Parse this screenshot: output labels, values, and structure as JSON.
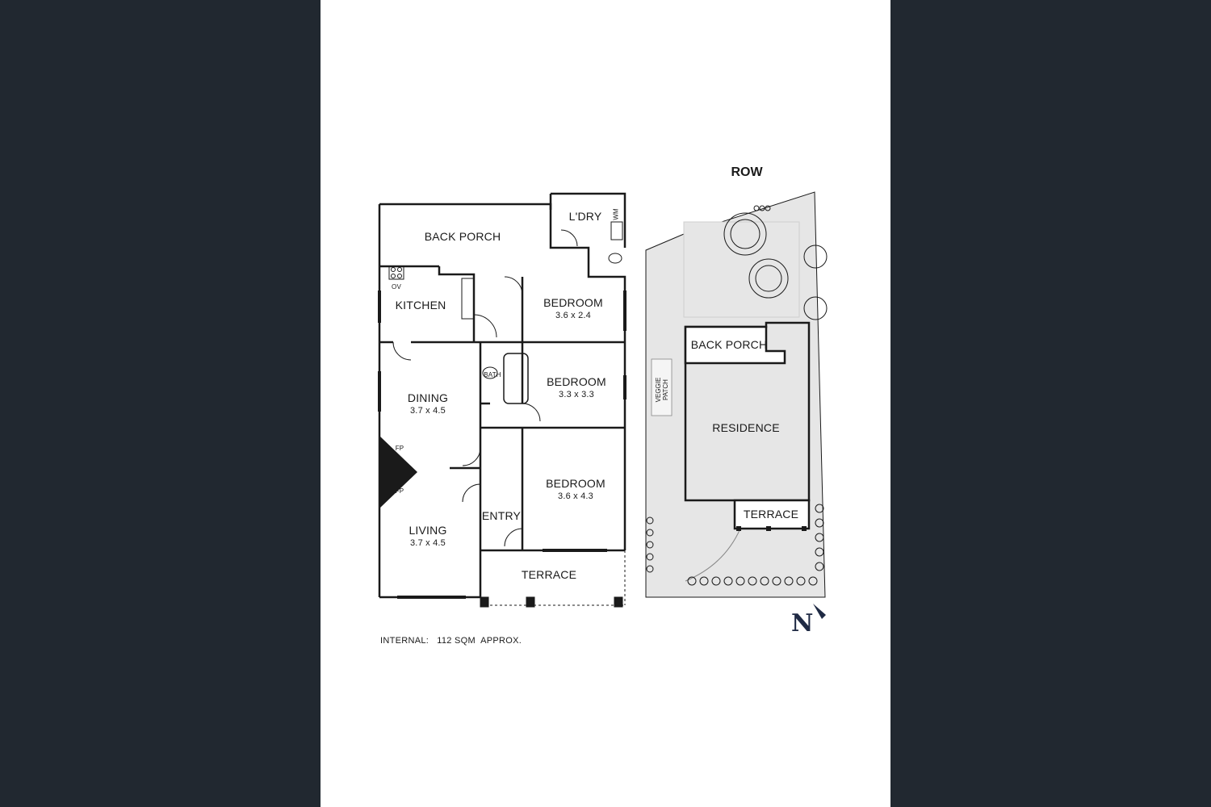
{
  "floor_plan": {
    "rooms": [
      {
        "id": "back-porch",
        "name": "BACK PORCH",
        "dims": ""
      },
      {
        "id": "laundry",
        "name": "L'DRY",
        "dims": ""
      },
      {
        "id": "kitchen",
        "name": "KITCHEN",
        "dims": ""
      },
      {
        "id": "bedroom-1",
        "name": "BEDROOM",
        "dims": "3.6 x 2.4"
      },
      {
        "id": "bedroom-2",
        "name": "BEDROOM",
        "dims": "3.3 x 3.3"
      },
      {
        "id": "bedroom-3",
        "name": "BEDROOM",
        "dims": "3.6 x 4.3"
      },
      {
        "id": "dining",
        "name": "DINING",
        "dims": "3.7 x 4.5"
      },
      {
        "id": "living",
        "name": "LIVING",
        "dims": "3.7 x 4.5"
      },
      {
        "id": "entry",
        "name": "ENTRY",
        "dims": ""
      },
      {
        "id": "terrace",
        "name": "TERRACE",
        "dims": ""
      },
      {
        "id": "bath",
        "name": "BATH",
        "dims": ""
      }
    ],
    "fixtures": {
      "oven": "OV",
      "washing_machine": "WM",
      "fireplace_top": "FP",
      "fireplace_bottom": "FP"
    },
    "area_note": {
      "label": "INTERNAL:",
      "value": "112 SQM",
      "suffix": "APPROX."
    }
  },
  "site_plan": {
    "row_label": "ROW",
    "zones": {
      "back_porch": "BACK PORCH",
      "residence": "RESIDENCE",
      "terrace": "TERRACE",
      "veggie_patch": "VEGGIE PATCH"
    },
    "north_letter": "N"
  },
  "colors": {
    "background": "#212830",
    "sheet": "#ffffff",
    "ink": "#1a1a1a",
    "lawn": "#e6e6e6",
    "north": "#1f2a44"
  }
}
